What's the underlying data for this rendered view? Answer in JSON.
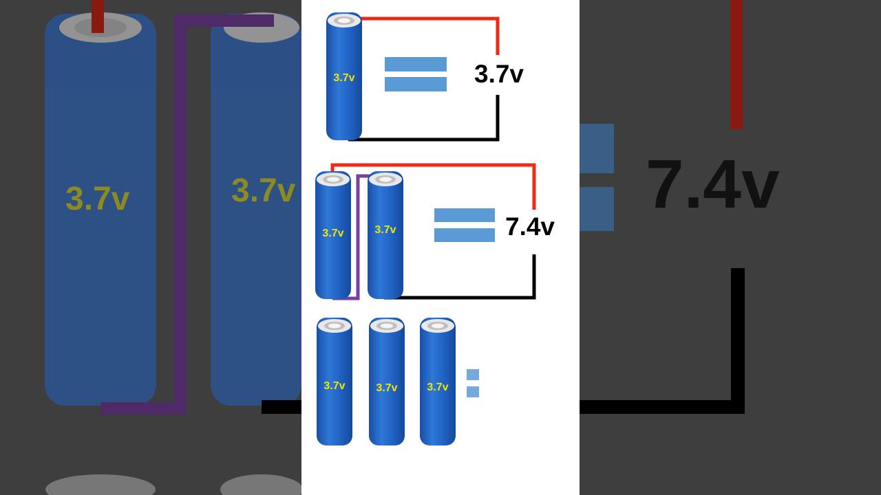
{
  "colors": {
    "cell_blue": "#1f5fbf",
    "cell_label": "#f2e600",
    "wire_positive": "#ee2a18",
    "wire_negative": "#000000",
    "wire_link": "#7b3fa0",
    "equals_bar": "#5b9bd5",
    "background_dim": "#3e3e3e"
  },
  "background": {
    "left_cell_label": "3.7v",
    "middle_cell_label": "3.7v",
    "voltage_label": "7.4v"
  },
  "diagrams": [
    {
      "cells": [
        {
          "label": "3.7v"
        }
      ],
      "voltage": "3.7v"
    },
    {
      "cells": [
        {
          "label": "3.7v"
        },
        {
          "label": "3.7v"
        }
      ],
      "voltage": "7.4v"
    },
    {
      "cells": [
        {
          "label": "3.7v"
        },
        {
          "label": "3.7v"
        },
        {
          "label": "3.7v"
        }
      ],
      "voltage": ""
    }
  ]
}
